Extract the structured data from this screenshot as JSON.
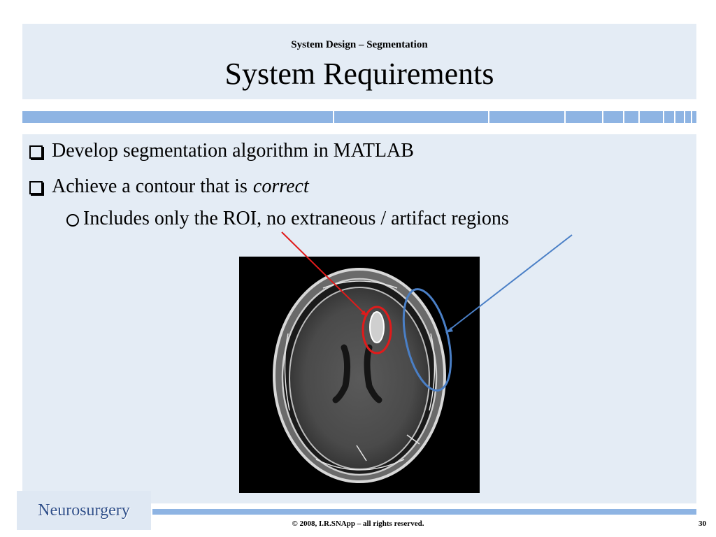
{
  "header": {
    "subtitle": "System Design – Segmentation",
    "title": "System Requirements"
  },
  "bullets": [
    {
      "text": "Develop segmentation algorithm in MATLAB"
    },
    {
      "text": "Achieve a contour that is",
      "emphasis": "correct"
    }
  ],
  "sub_bullets": [
    {
      "text": "Includes only the ROI, no extraneous / artifact regions"
    }
  ],
  "annotations": {
    "red_color": "#e01b1b",
    "blue_color": "#4a7fc6"
  },
  "footer": {
    "logo_text": "Neurosurgery",
    "copyright": "© 2008, I.R.SNApp – all rights reserved.",
    "page_number": "30"
  },
  "theme": {
    "panel_color": "#e4ecf5",
    "stripe_color": "#8eb4e3"
  }
}
